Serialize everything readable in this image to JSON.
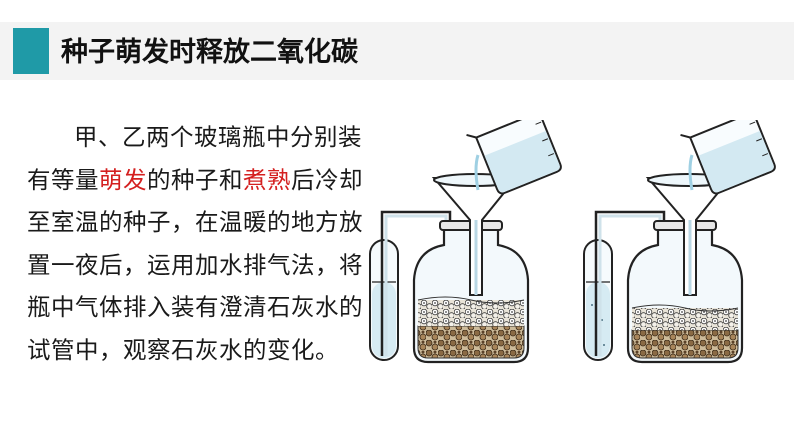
{
  "slide": {
    "title": "种子萌发时释放二氧化碳",
    "paragraph": {
      "part1": "甲、乙两个玻璃瓶中分别装有等量",
      "highlight1": "萌发",
      "part2": "的种子和",
      "highlight2": "煮熟",
      "part3": "后冷却至室温的种子，在温暖的地方放置一夜后，运用加水排气法，将瓶中气体排入装有澄清石灰水的试管中，观察石灰水的变化。"
    }
  },
  "colors": {
    "accent": "#1f9aa7",
    "highlight": "#d42020",
    "title_bar": "#f3f3f3"
  },
  "illustration": {
    "icons": [
      "beaker-icon",
      "funnel-icon",
      "jar-icon",
      "test-tube-icon",
      "seeds-icon"
    ]
  }
}
